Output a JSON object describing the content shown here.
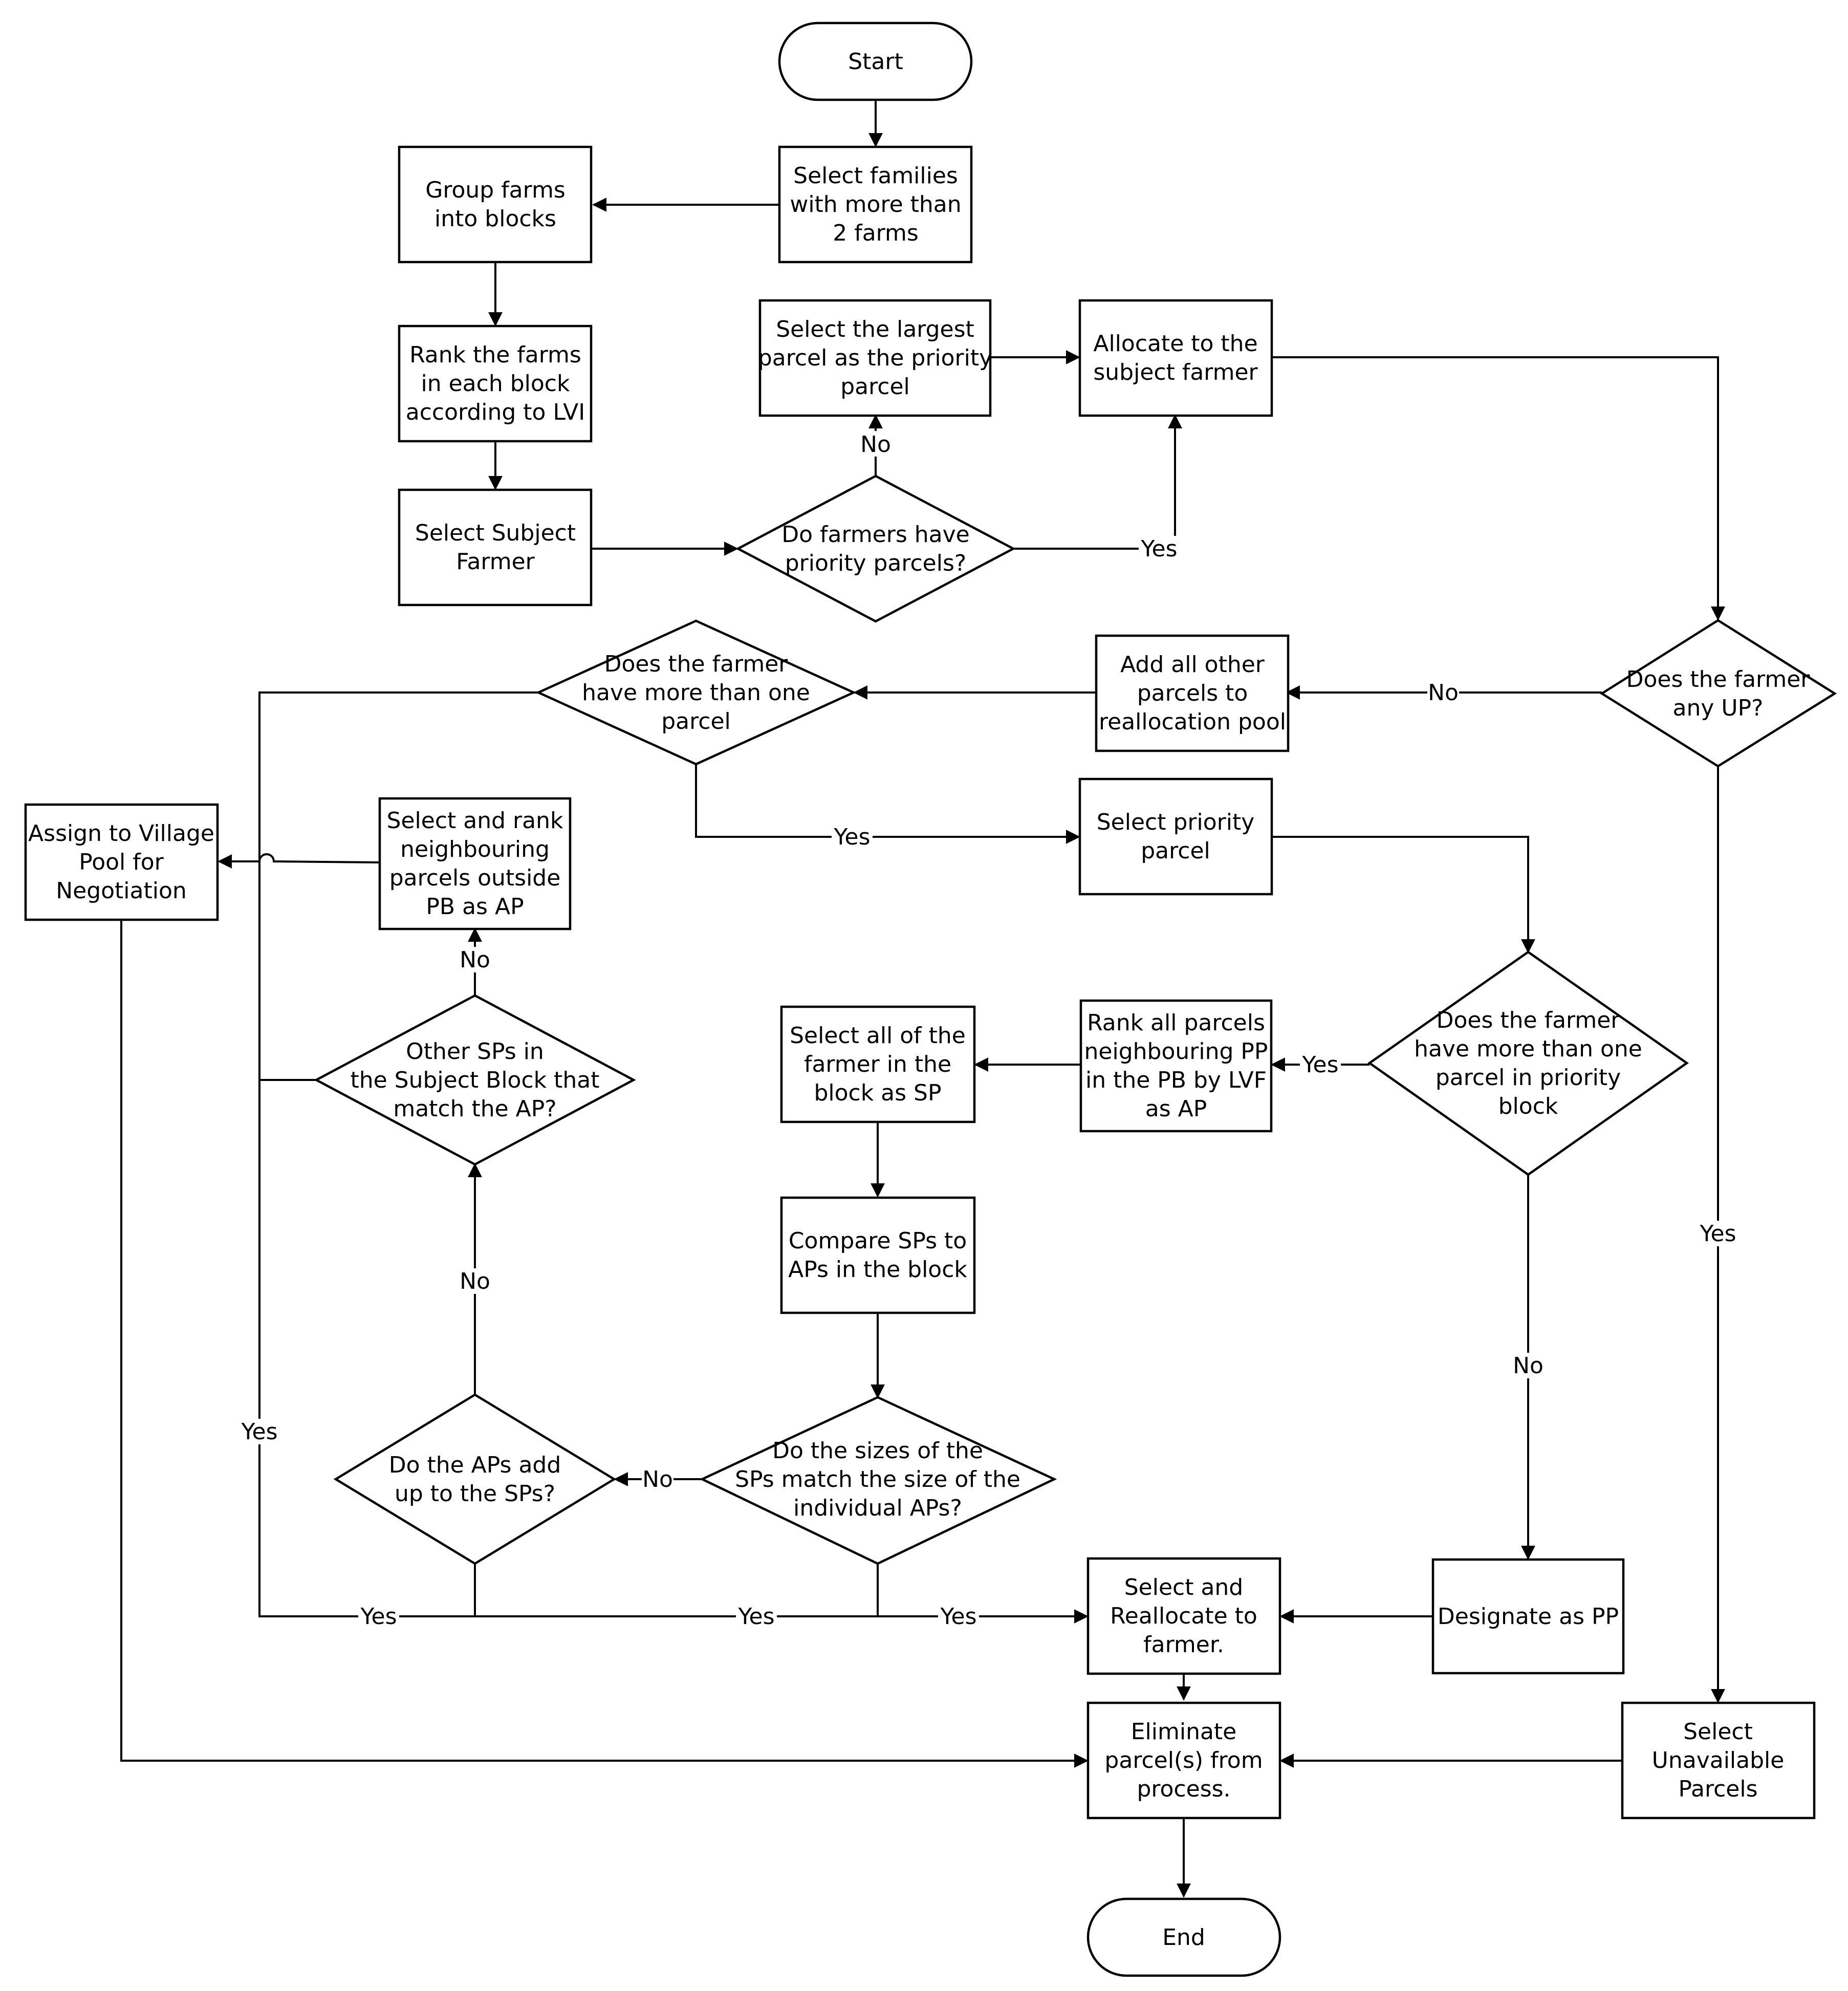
{
  "nodes": {
    "start": {
      "lines": [
        "Start"
      ]
    },
    "select_families": {
      "lines": [
        "Select families",
        "with more than",
        "2 farms"
      ]
    },
    "group_farms": {
      "lines": [
        "Group farms",
        "into blocks"
      ]
    },
    "rank_farms": {
      "lines": [
        "Rank the farms",
        "in each block",
        "according to LVI"
      ]
    },
    "select_largest": {
      "lines": [
        "Select the largest",
        "parcel as the priority",
        "parcel"
      ]
    },
    "allocate": {
      "lines": [
        "Allocate to the",
        "subject farmer"
      ]
    },
    "select_subject": {
      "lines": [
        "Select Subject",
        "Farmer"
      ]
    },
    "priority_parcels_q": {
      "lines": [
        "Do farmers have",
        "priority parcels?"
      ]
    },
    "more_than_one_q": {
      "lines": [
        "Does the farmer",
        "have more than one",
        "parcel"
      ]
    },
    "add_other": {
      "lines": [
        "Add all other",
        "parcels to",
        "reallocation pool"
      ]
    },
    "any_up_q": {
      "lines": [
        "Does the farmer",
        "any UP?"
      ]
    },
    "assign_village": {
      "lines": [
        "Assign to Village",
        "Pool for",
        "Negotiation"
      ]
    },
    "select_rank_neigh": {
      "lines": [
        "Select and rank",
        "neighbouring",
        "parcels outside",
        "PB as AP"
      ]
    },
    "select_priority": {
      "lines": [
        "Select priority",
        "parcel"
      ]
    },
    "rank_all": {
      "lines": [
        "Rank all parcels",
        "neighbouring PP",
        "in the PB by LVF",
        "as AP"
      ]
    },
    "select_all_sp": {
      "lines": [
        "Select all of the",
        "farmer in the",
        "block as SP"
      ]
    },
    "other_sps_q": {
      "lines": [
        "Other SPs in",
        "the Subject Block that",
        "match the AP?"
      ]
    },
    "more_one_pb_q": {
      "lines": [
        "Does the farmer",
        "have more than one",
        "parcel in priority",
        "block"
      ]
    },
    "compare": {
      "lines": [
        "Compare SPs to",
        "APs in the block"
      ]
    },
    "aps_add_q": {
      "lines": [
        "Do the APs add",
        "up to the SPs?"
      ]
    },
    "sizes_match_q": {
      "lines": [
        "Do the sizes of the",
        "SPs match the size of the",
        "individual APs?"
      ]
    },
    "reallocate": {
      "lines": [
        "Select and",
        "Reallocate to",
        "farmer."
      ]
    },
    "designate": {
      "lines": [
        "Designate as PP"
      ]
    },
    "eliminate": {
      "lines": [
        "Eliminate",
        "parcel(s) from",
        "process."
      ]
    },
    "unavailable": {
      "lines": [
        "Select",
        "Unavailable",
        "Parcels"
      ]
    },
    "end": {
      "lines": [
        "End"
      ]
    }
  },
  "edge_labels": {
    "no_priority": "No",
    "yes_priority": "Yes",
    "no_up": "No",
    "yes_more_one": "Yes",
    "no_other_sps": "No",
    "yes_pb": "Yes",
    "yes_up": "Yes",
    "no_aps": "No",
    "no_pb": "No",
    "yes_left": "Yes",
    "no_sizes": "No",
    "yes_bottom1": "Yes",
    "yes_bottom2": "Yes",
    "yes_bottom3": "Yes"
  }
}
